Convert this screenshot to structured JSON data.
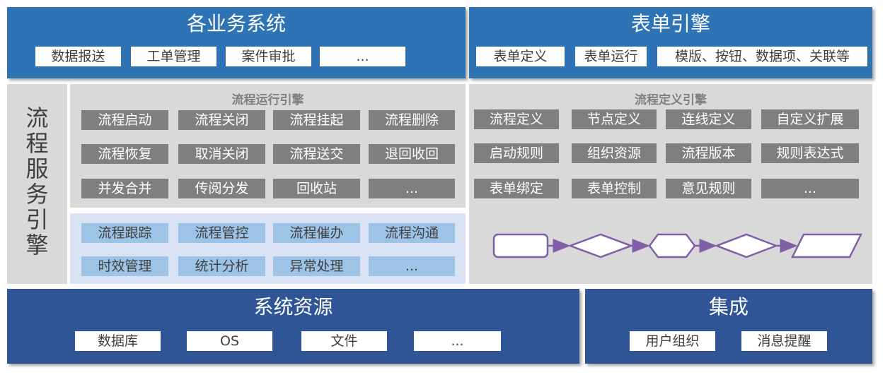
{
  "business": {
    "title": "各业务系统",
    "items": [
      "数据报送",
      "工单管理",
      "案件审批",
      "..."
    ]
  },
  "form_engine": {
    "title": "表单引擎",
    "items": [
      "表单定义",
      "表单运行",
      "模版、按钮、数据项、关联等"
    ]
  },
  "service_engine": {
    "title": "流程服务引擎"
  },
  "run_engine": {
    "title": "流程运行引擎",
    "items": [
      "流程启动",
      "流程关闭",
      "流程挂起",
      "流程删除",
      "流程恢复",
      "取消关闭",
      "流程送交",
      "退回收回",
      "并发合并",
      "传阅分发",
      "回收站",
      "..."
    ]
  },
  "monitor": {
    "items": [
      "流程跟踪",
      "流程管控",
      "流程催办",
      "流程沟通",
      "时效管理",
      "统计分析",
      "异常处理",
      "..."
    ]
  },
  "def_engine": {
    "title": "流程定义引擎",
    "items": [
      "流程定义",
      "节点定义",
      "连线定义",
      "自定义扩展",
      "启动规则",
      "组织资源",
      "流程版本",
      "规则表达式",
      "表单绑定",
      "表单控制",
      "意见规则",
      "..."
    ]
  },
  "flow_shapes": {
    "stroke_color": "#7f5fa6",
    "shapes": [
      "rounded-rect",
      "diamond",
      "hexagon",
      "diamond",
      "parallelogram"
    ]
  },
  "resources": {
    "title": "系统资源",
    "items": [
      "数据库",
      "OS",
      "文件",
      "..."
    ]
  },
  "integration": {
    "title": "集成",
    "items": [
      "用户组织",
      "消息提醒"
    ]
  },
  "colors": {
    "blue": "#2e74b5",
    "navy": "#2f5597",
    "gray_panel": "#d9d9d9",
    "gray_button": "#7f7f7f",
    "light_blue_panel": "#dae3f3",
    "light_blue_button": "#9dc3e6"
  }
}
